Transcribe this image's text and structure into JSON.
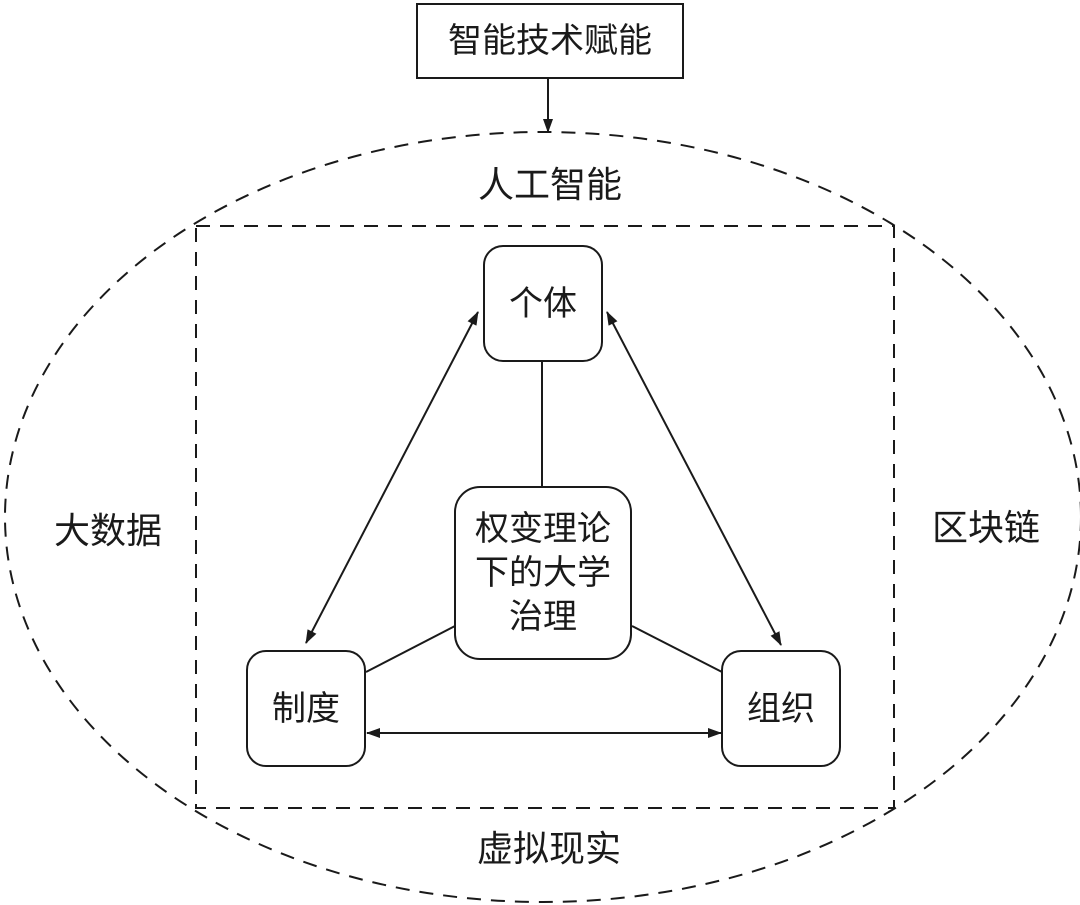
{
  "top_box": {
    "label": "智能技术赋能"
  },
  "ellipse_labels": {
    "top": "人工智能",
    "left": "大数据",
    "right": "区块链",
    "bottom": "虚拟现实"
  },
  "nodes": {
    "individual": "个体",
    "institution": "制度",
    "organization": "组织",
    "center": "权变理论下的大学治理"
  },
  "colors": {
    "stroke": "#1a1a1a",
    "background": "#ffffff"
  }
}
